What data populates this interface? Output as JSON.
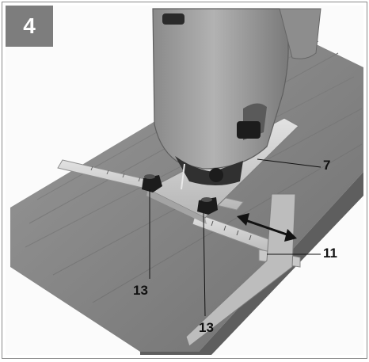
{
  "figure": {
    "number": "4",
    "callouts": [
      {
        "id": "c7",
        "text": "7"
      },
      {
        "id": "c11",
        "text": "11"
      },
      {
        "id": "c13a",
        "text": "13"
      },
      {
        "id": "c13b",
        "text": "13"
      }
    ]
  },
  "colors": {
    "badge": "#7d7d7d",
    "wood": "#8c8c8c",
    "housing": "#9b9b9b",
    "rubber": "#1c1c1c",
    "metal": "#d4d4d4"
  },
  "icons": [
    "jigsaw-body",
    "base-plate",
    "parallel-guide",
    "locking-knob",
    "slide-arrow"
  ]
}
